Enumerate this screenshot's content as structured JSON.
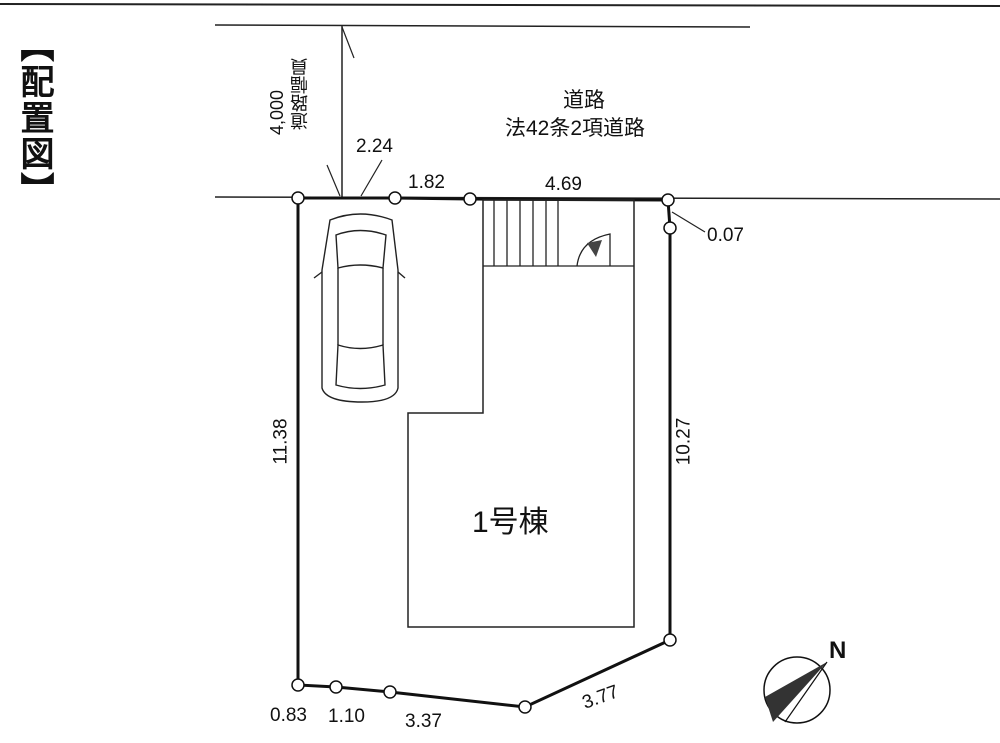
{
  "title": "【配置図】",
  "road": {
    "name": "道路",
    "type": "法42条2項道路",
    "width_label": "道路幅員",
    "width_value": "4,000"
  },
  "building": {
    "label": "1号棟"
  },
  "dimensions": {
    "top_a": "2.24",
    "top_b": "1.82",
    "top_c": "4.69",
    "corner": "0.07",
    "left": "11.38",
    "right": "10.27",
    "bottom_a": "0.83",
    "bottom_b": "1.10",
    "bottom_c": "3.37",
    "bottom_d": "3.77"
  },
  "compass": {
    "label": "N"
  }
}
